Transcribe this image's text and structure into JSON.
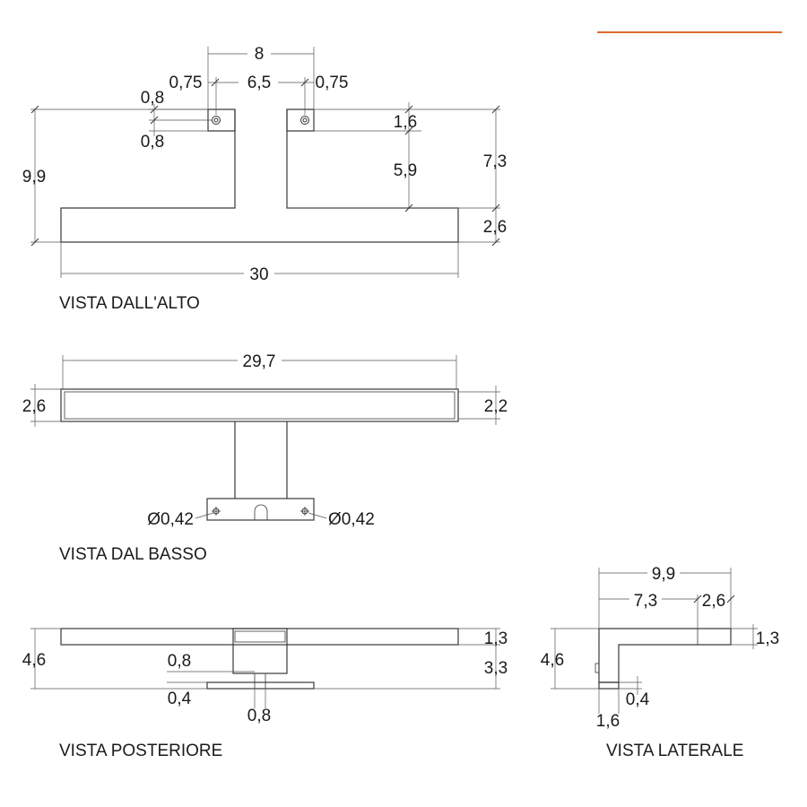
{
  "colors": {
    "accent": "#e06a2c",
    "line": "#3a3a3a"
  },
  "views": {
    "top": {
      "title": "VISTA DALL'ALTO",
      "dims": {
        "bracket_width": "8",
        "hole_offset_left": "0,75",
        "hole_spacing": "6,5",
        "hole_offset_right": "0,75",
        "hole_half_top": "0,8",
        "hole_half_bottom": "0,8",
        "plate_depth": "1,6",
        "arm_length": "5,9",
        "arm_total": "7,3",
        "total_depth": "9,9",
        "bar_depth": "2,6",
        "total_length": "30"
      }
    },
    "bottom": {
      "title": "VISTA DAL BASSO",
      "dims": {
        "bar_length": "29,7",
        "bar_height_left": "2,6",
        "bar_height_right": "2,2",
        "hole_left": "Ø0,42",
        "hole_right": "Ø0,42"
      }
    },
    "rear": {
      "title": "VISTA POSTERIORE",
      "dims": {
        "total_height": "4,6",
        "bar_height": "1,3",
        "lower_height": "3,3",
        "plate_offset": "0,8",
        "plate_thickness": "0,4",
        "screw_width": "0,8"
      }
    },
    "side": {
      "title": "VISTA LATERALE",
      "dims": {
        "total_depth": "9,9",
        "arm_depth": "7,3",
        "bar_depth": "2,6",
        "bar_height": "1,3",
        "total_height": "4,6",
        "plate_thickness": "0,4",
        "plate_width": "1,6"
      }
    }
  }
}
